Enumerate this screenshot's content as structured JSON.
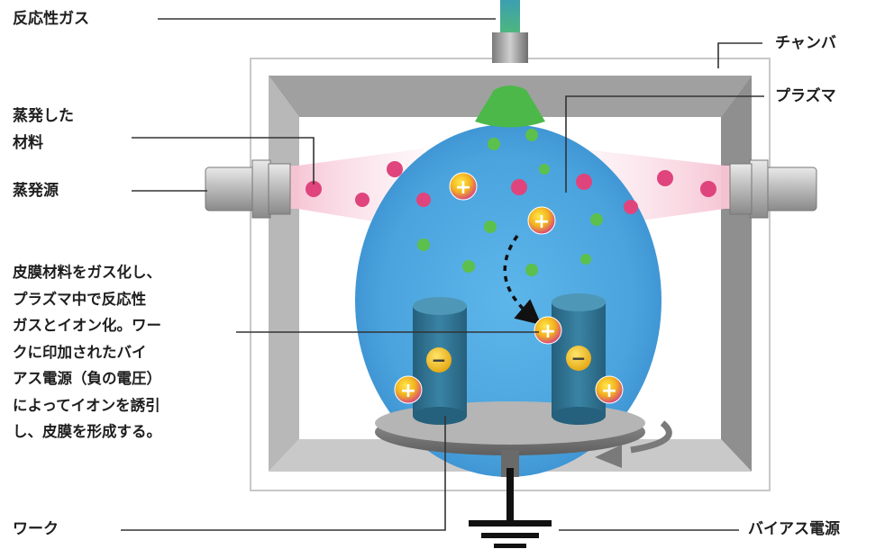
{
  "labels": {
    "reactive_gas": "反応性ガス",
    "chamber": "チャンバ",
    "evaporated_material_line1": "蒸発した",
    "evaporated_material_line2": "材料",
    "plasma": "プラズマ",
    "evaporation_source": "蒸発源",
    "work": "ワーク",
    "bias_power": "バイアス電源"
  },
  "description_lines": [
    "皮膜材料をガス化し、",
    "プラズマ中で反応性",
    "ガスとイオン化。ワー",
    "クに印加されたバイ",
    "アス電源（負の電圧）",
    "によってイオンを誘引",
    "し、皮膜を形成する。"
  ],
  "ion_symbols": {
    "positive": "+",
    "negative": "−"
  },
  "colors": {
    "plasma": "#4fa8e0",
    "evaporated_particle": "#e0447c",
    "gas_particle": "#5cc04c",
    "chamber_wall": "#a9a9a9",
    "work_cylinder": "#2f6f8f",
    "negative_ion": "#f0c020"
  }
}
